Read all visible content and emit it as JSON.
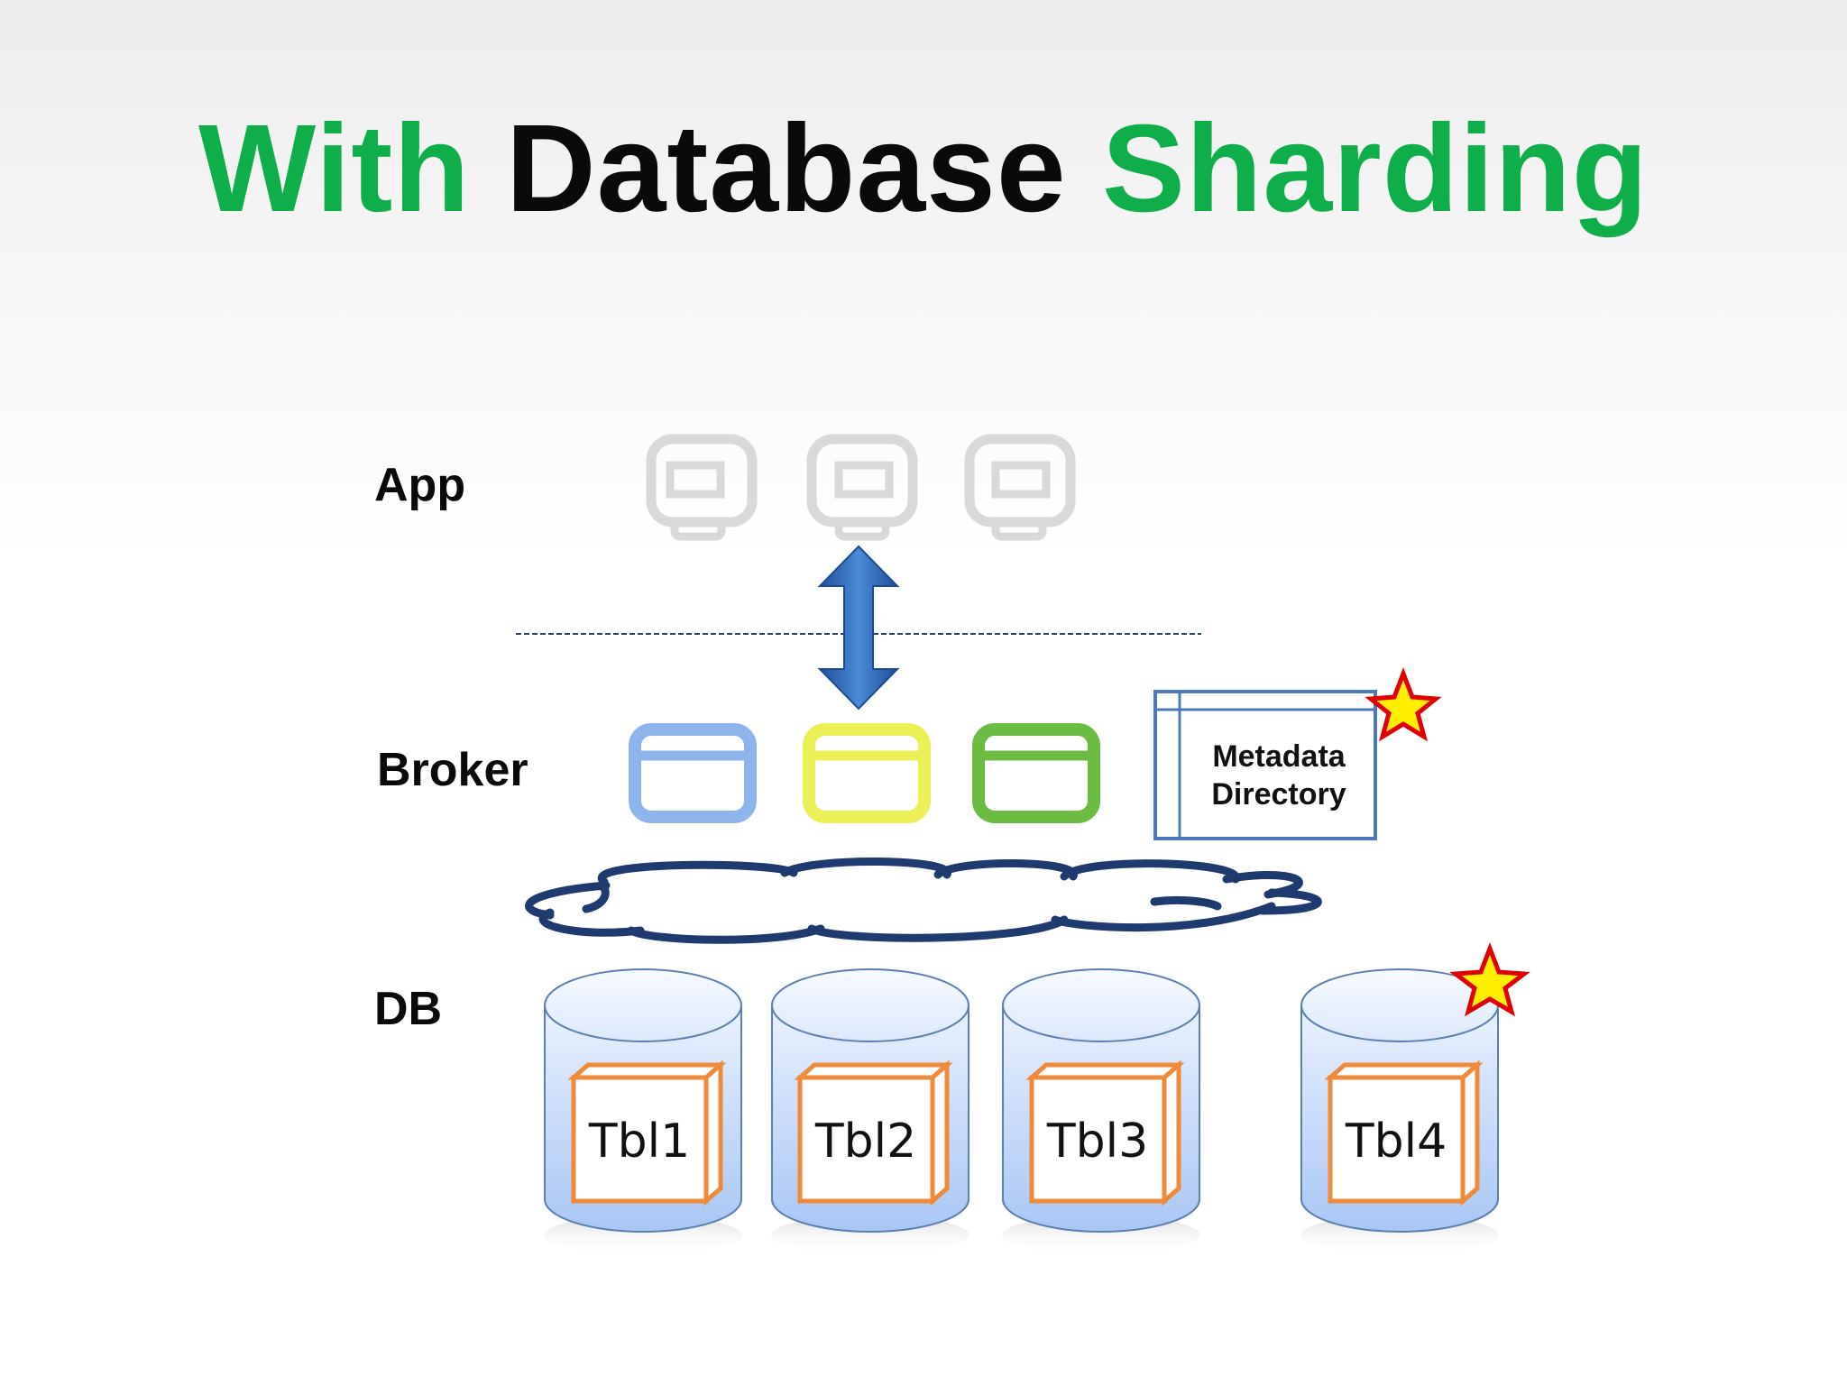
{
  "title": {
    "part1": "With",
    "part2": "Database",
    "part3": "Sharding"
  },
  "labels": {
    "app": "App",
    "broker": "Broker",
    "db": "DB"
  },
  "metadata_directory": {
    "line1": "Metadata",
    "line2": "Directory"
  },
  "tables": [
    "Tbl1",
    "Tbl2",
    "Tbl3",
    "Tbl4"
  ],
  "colors": {
    "title_green": "#0fae4b",
    "arrow_blue": "#2e6db8",
    "broker_blue": "#8eb4ec",
    "broker_yellow": "#eaf055",
    "broker_green": "#6cbc44",
    "cloud_outline": "#1f3a6e",
    "db_fill": "#bcd3f7",
    "table_border": "#ee8a3a",
    "star_fill": "#ffee00",
    "star_stroke": "#e00000"
  }
}
